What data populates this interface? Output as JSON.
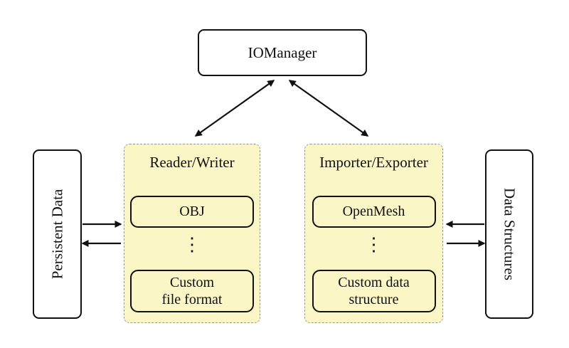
{
  "nodes": {
    "io_manager": "IOManager",
    "persistent_data": "Persistent Data",
    "data_structures": "Data Structures"
  },
  "groups": [
    {
      "title": "Reader/Writer",
      "top_item": "OBJ",
      "dots": "⋮",
      "bottom_item_line1": "Custom",
      "bottom_item_line2": "file format"
    },
    {
      "title": "Importer/Exporter",
      "top_item": "OpenMesh",
      "dots": "⋮",
      "bottom_item_line1": "Custom data",
      "bottom_item_line2": "structure"
    }
  ],
  "arrows": [
    {
      "name": "iomanager-to-reader-writer",
      "direction": "double"
    },
    {
      "name": "iomanager-to-importer-exporter",
      "direction": "double"
    },
    {
      "name": "persistent-data-to-reader-writer",
      "direction": "right"
    },
    {
      "name": "reader-writer-to-persistent-data",
      "direction": "left"
    },
    {
      "name": "data-structures-to-importer-exporter",
      "direction": "left"
    },
    {
      "name": "importer-exporter-to-data-structures",
      "direction": "right"
    }
  ],
  "colors": {
    "group_fill": "#FBF6C6",
    "group_border": "#9b9b9b",
    "node_border": "#111111",
    "node_fill": "#ffffff",
    "arrow": "#111111",
    "background": "#ffffff"
  }
}
